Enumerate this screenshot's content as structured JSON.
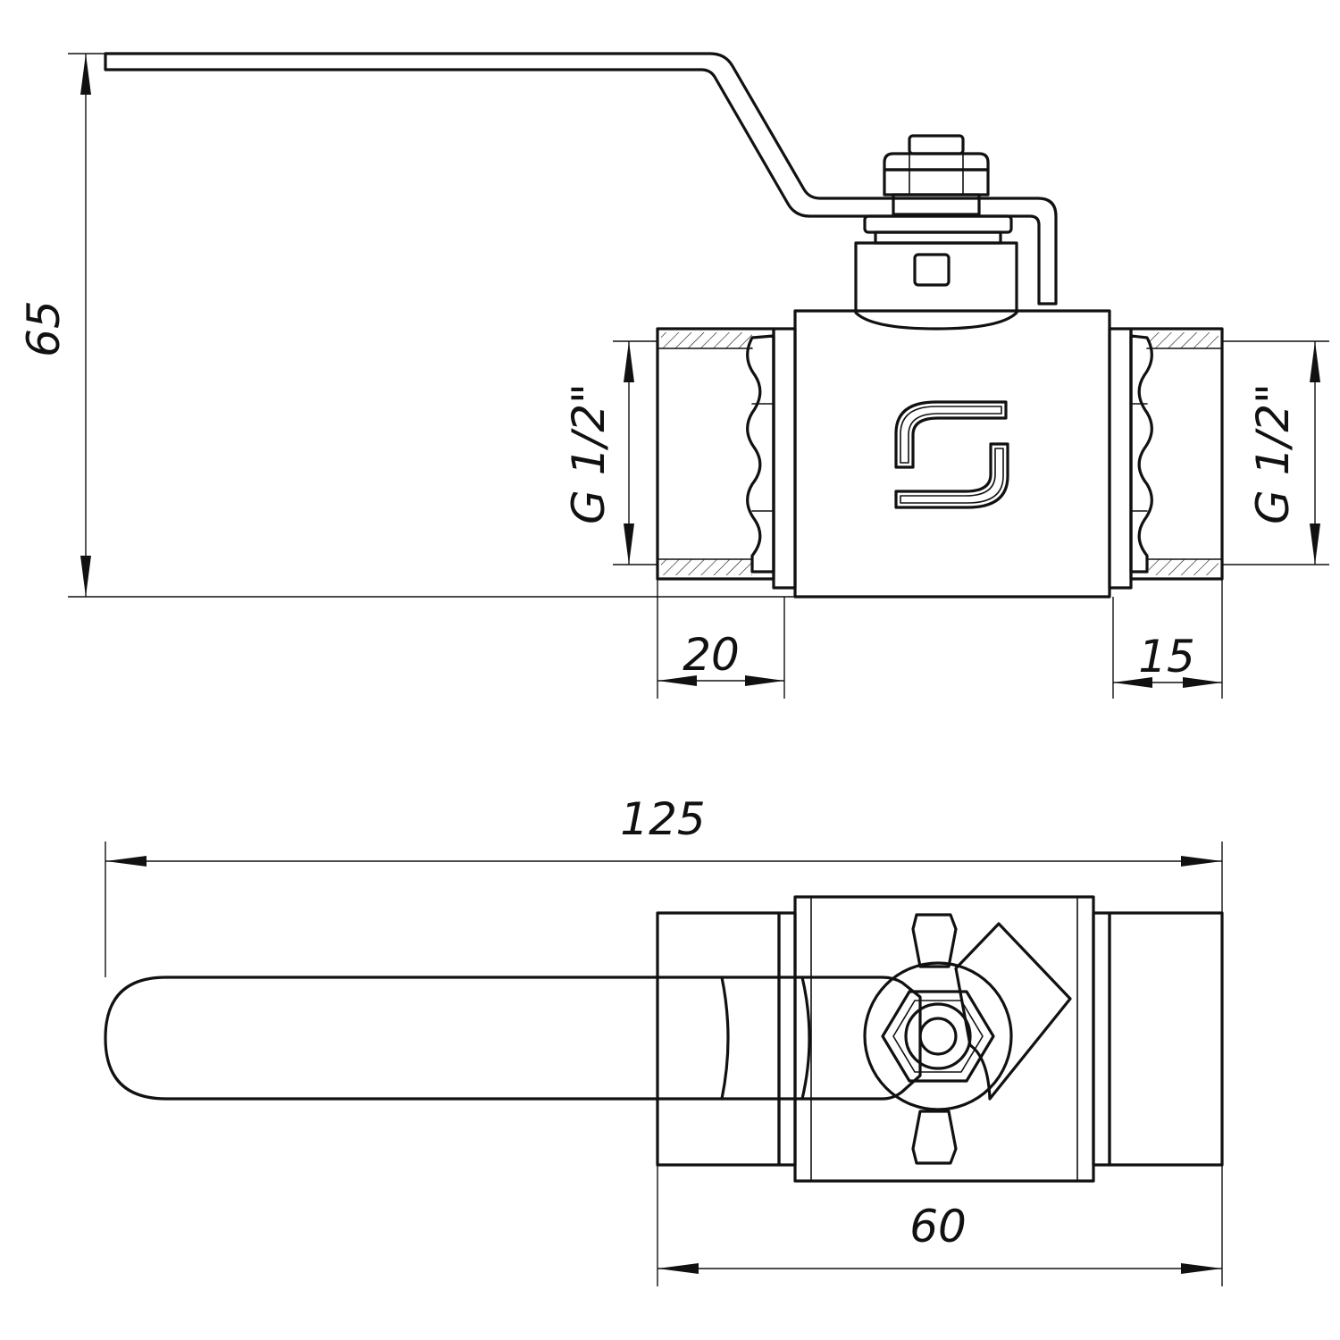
{
  "dimensions": {
    "height_total": "65",
    "thread_left": "G 1/2\"",
    "thread_right": "G 1/2\"",
    "thread_length_left": "20",
    "thread_length_right": "15",
    "overall_length": "125",
    "body_length": "60"
  },
  "logo_letter": "S",
  "colors": {
    "line": "#111111",
    "background": "#ffffff"
  }
}
